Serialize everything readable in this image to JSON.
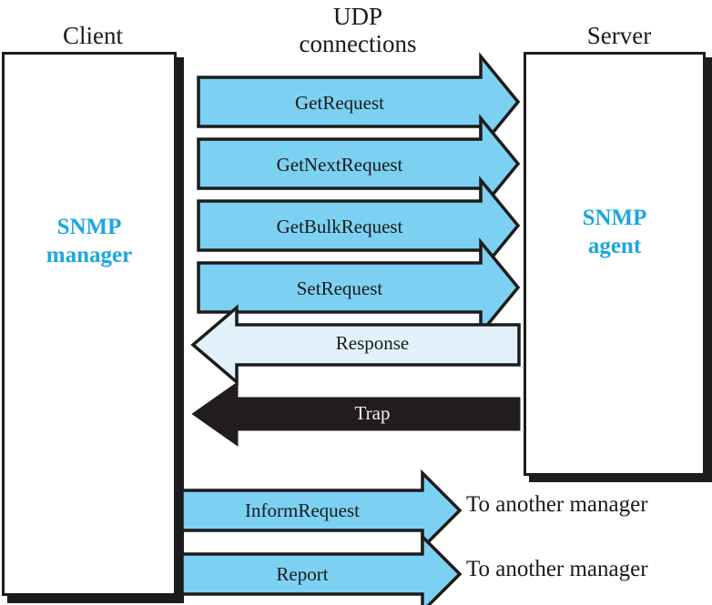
{
  "diagram": {
    "title_labels": {
      "client": "Client",
      "udp": "UDP\nconnections",
      "server": "Server"
    },
    "nodes": [
      {
        "id": "client",
        "role_label": "SNMP\nmanager",
        "accent": "#1ba7e0"
      },
      {
        "id": "server",
        "role_label": "SNMP\nagent",
        "accent": "#1ba7e0"
      }
    ],
    "colors": {
      "arrow_blue": "#7cd1f2",
      "arrow_pale": "#e2f2fb",
      "arrow_black": "#211d1d",
      "outline": "#1c1c1c",
      "accent_text": "#1ba7e0",
      "page_background": "#ffffff"
    },
    "messages": [
      {
        "name": "GetRequest",
        "direction": "manager-to-agent",
        "fill": "#7cd1f2",
        "text_color": "#1a1a1a"
      },
      {
        "name": "GetNextRequest",
        "direction": "manager-to-agent",
        "fill": "#7cd1f2",
        "text_color": "#1a1a1a"
      },
      {
        "name": "GetBulkRequest",
        "direction": "manager-to-agent",
        "fill": "#7cd1f2",
        "text_color": "#1a1a1a"
      },
      {
        "name": "SetRequest",
        "direction": "manager-to-agent",
        "fill": "#7cd1f2",
        "text_color": "#1a1a1a"
      },
      {
        "name": "Response",
        "direction": "agent-to-manager",
        "fill": "#e2f2fb",
        "text_color": "#1a1a1a"
      },
      {
        "name": "Trap",
        "direction": "agent-to-manager",
        "fill": "#211d1d",
        "text_color": "#f4f2ef"
      },
      {
        "name": "InformRequest",
        "direction": "manager-to-other",
        "fill": "#7cd1f2",
        "text_color": "#1a1a1a"
      },
      {
        "name": "Report",
        "direction": "manager-to-other",
        "fill": "#7cd1f2",
        "text_color": "#1a1a1a"
      }
    ],
    "annotations": {
      "inform_target": "To another manager",
      "report_target": "To another manager"
    }
  }
}
